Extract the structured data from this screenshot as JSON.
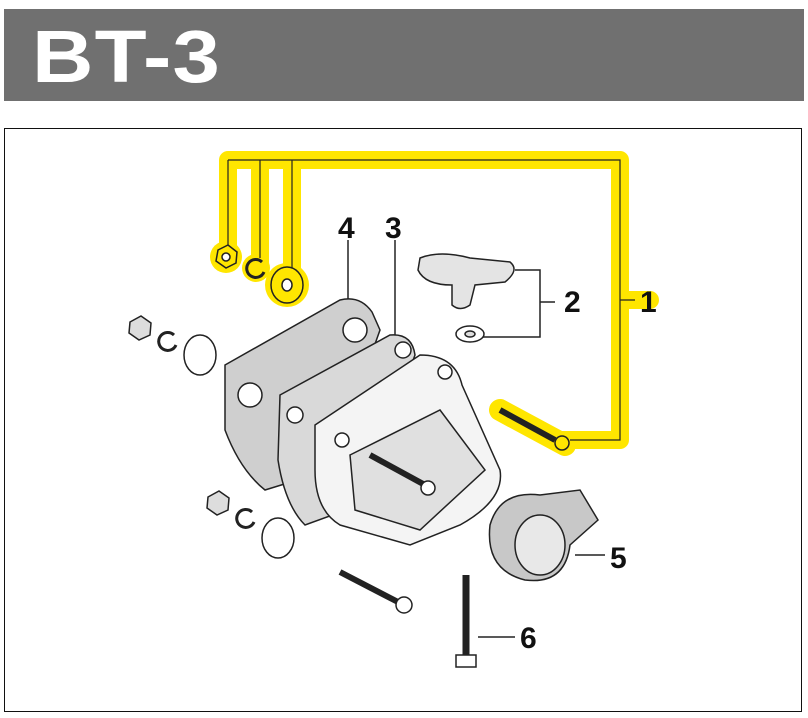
{
  "header": {
    "title": "BT-3"
  },
  "colors": {
    "header_bg": "#707070",
    "highlight": "#FFE600",
    "part_gray": "#c8c8c8"
  },
  "callouts": [
    "1",
    "2",
    "3",
    "4",
    "5",
    "6"
  ]
}
